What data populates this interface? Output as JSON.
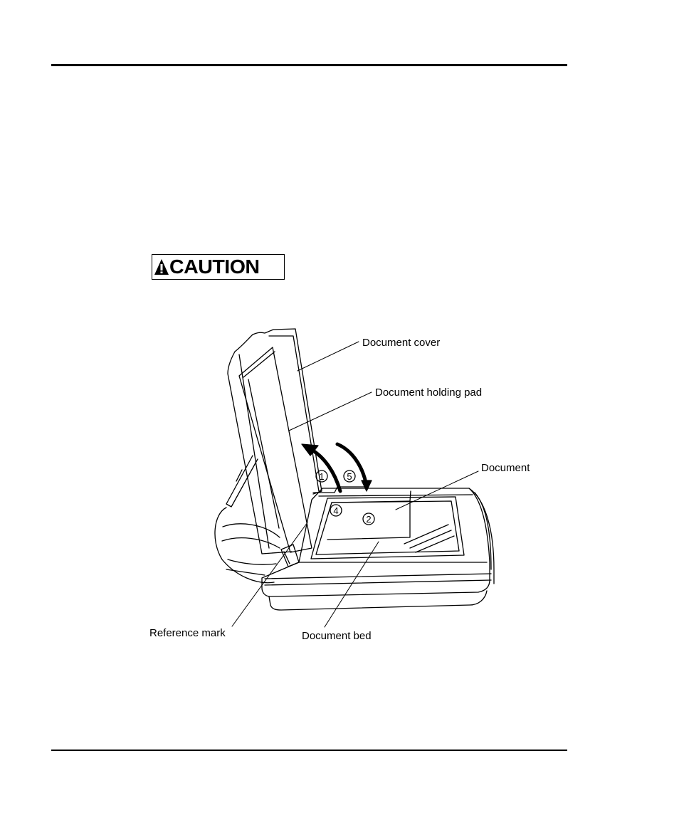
{
  "caution": {
    "label": "CAUTION"
  },
  "figure": {
    "labels": {
      "document_cover": "Document cover",
      "document_holding_pad": "Document holding pad",
      "document": "Document",
      "reference_mark": "Reference mark",
      "document_bed": "Document bed"
    },
    "steps": {
      "step1": "1",
      "step5": "5",
      "step4": "4",
      "step2": "2"
    }
  }
}
